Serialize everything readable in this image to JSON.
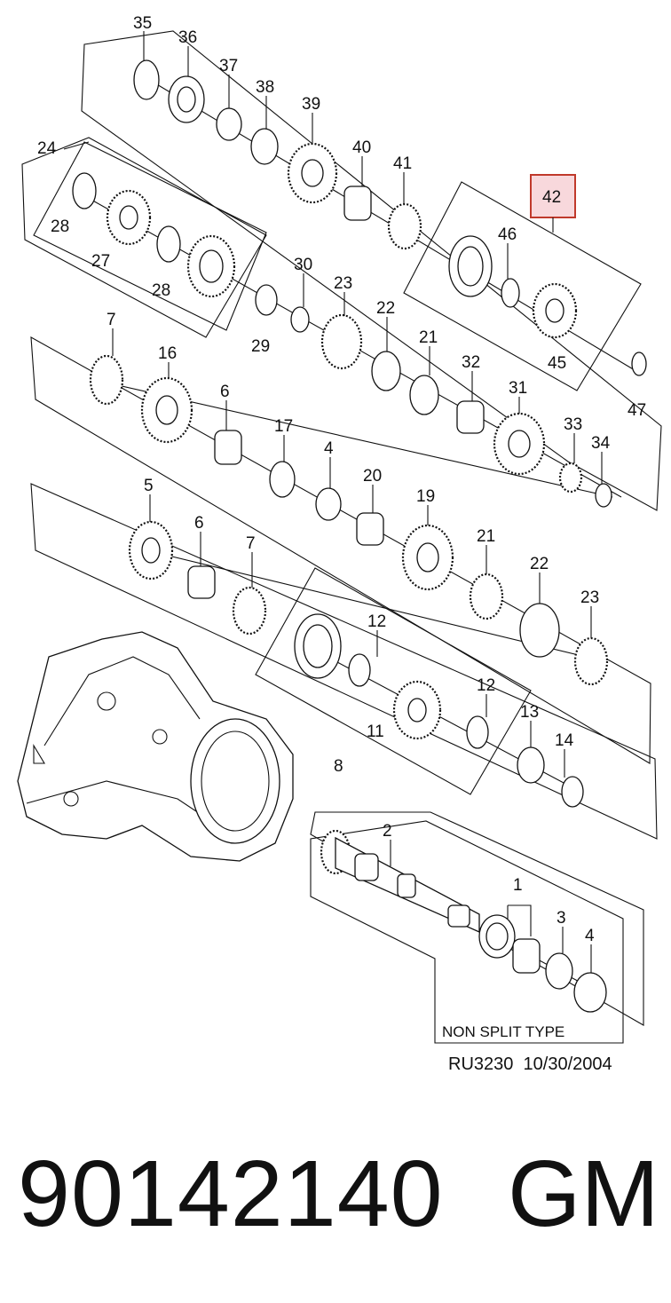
{
  "diagram": {
    "callouts": [
      "35",
      "36",
      "37",
      "38",
      "39",
      "40",
      "41",
      "42",
      "24",
      "28",
      "27",
      "28",
      "46",
      "45",
      "47",
      "30",
      "23",
      "22",
      "21",
      "32",
      "31",
      "29",
      "33",
      "34",
      "7",
      "16",
      "6",
      "17",
      "4",
      "20",
      "19",
      "5",
      "6",
      "7",
      "21",
      "22",
      "23",
      "12",
      "12",
      "11",
      "8",
      "13",
      "14",
      "2",
      "1",
      "3",
      "4"
    ],
    "highlighted_callout": "42",
    "highlight_color": "#c0392b",
    "highlight_fill": "#f8d8dc",
    "variant_label": "NON SPLIT TYPE"
  },
  "footer": {
    "drawing_code": "RU3230",
    "drawing_date": "10/30/2004"
  },
  "part": {
    "number": "90142140",
    "brand": "GM"
  }
}
